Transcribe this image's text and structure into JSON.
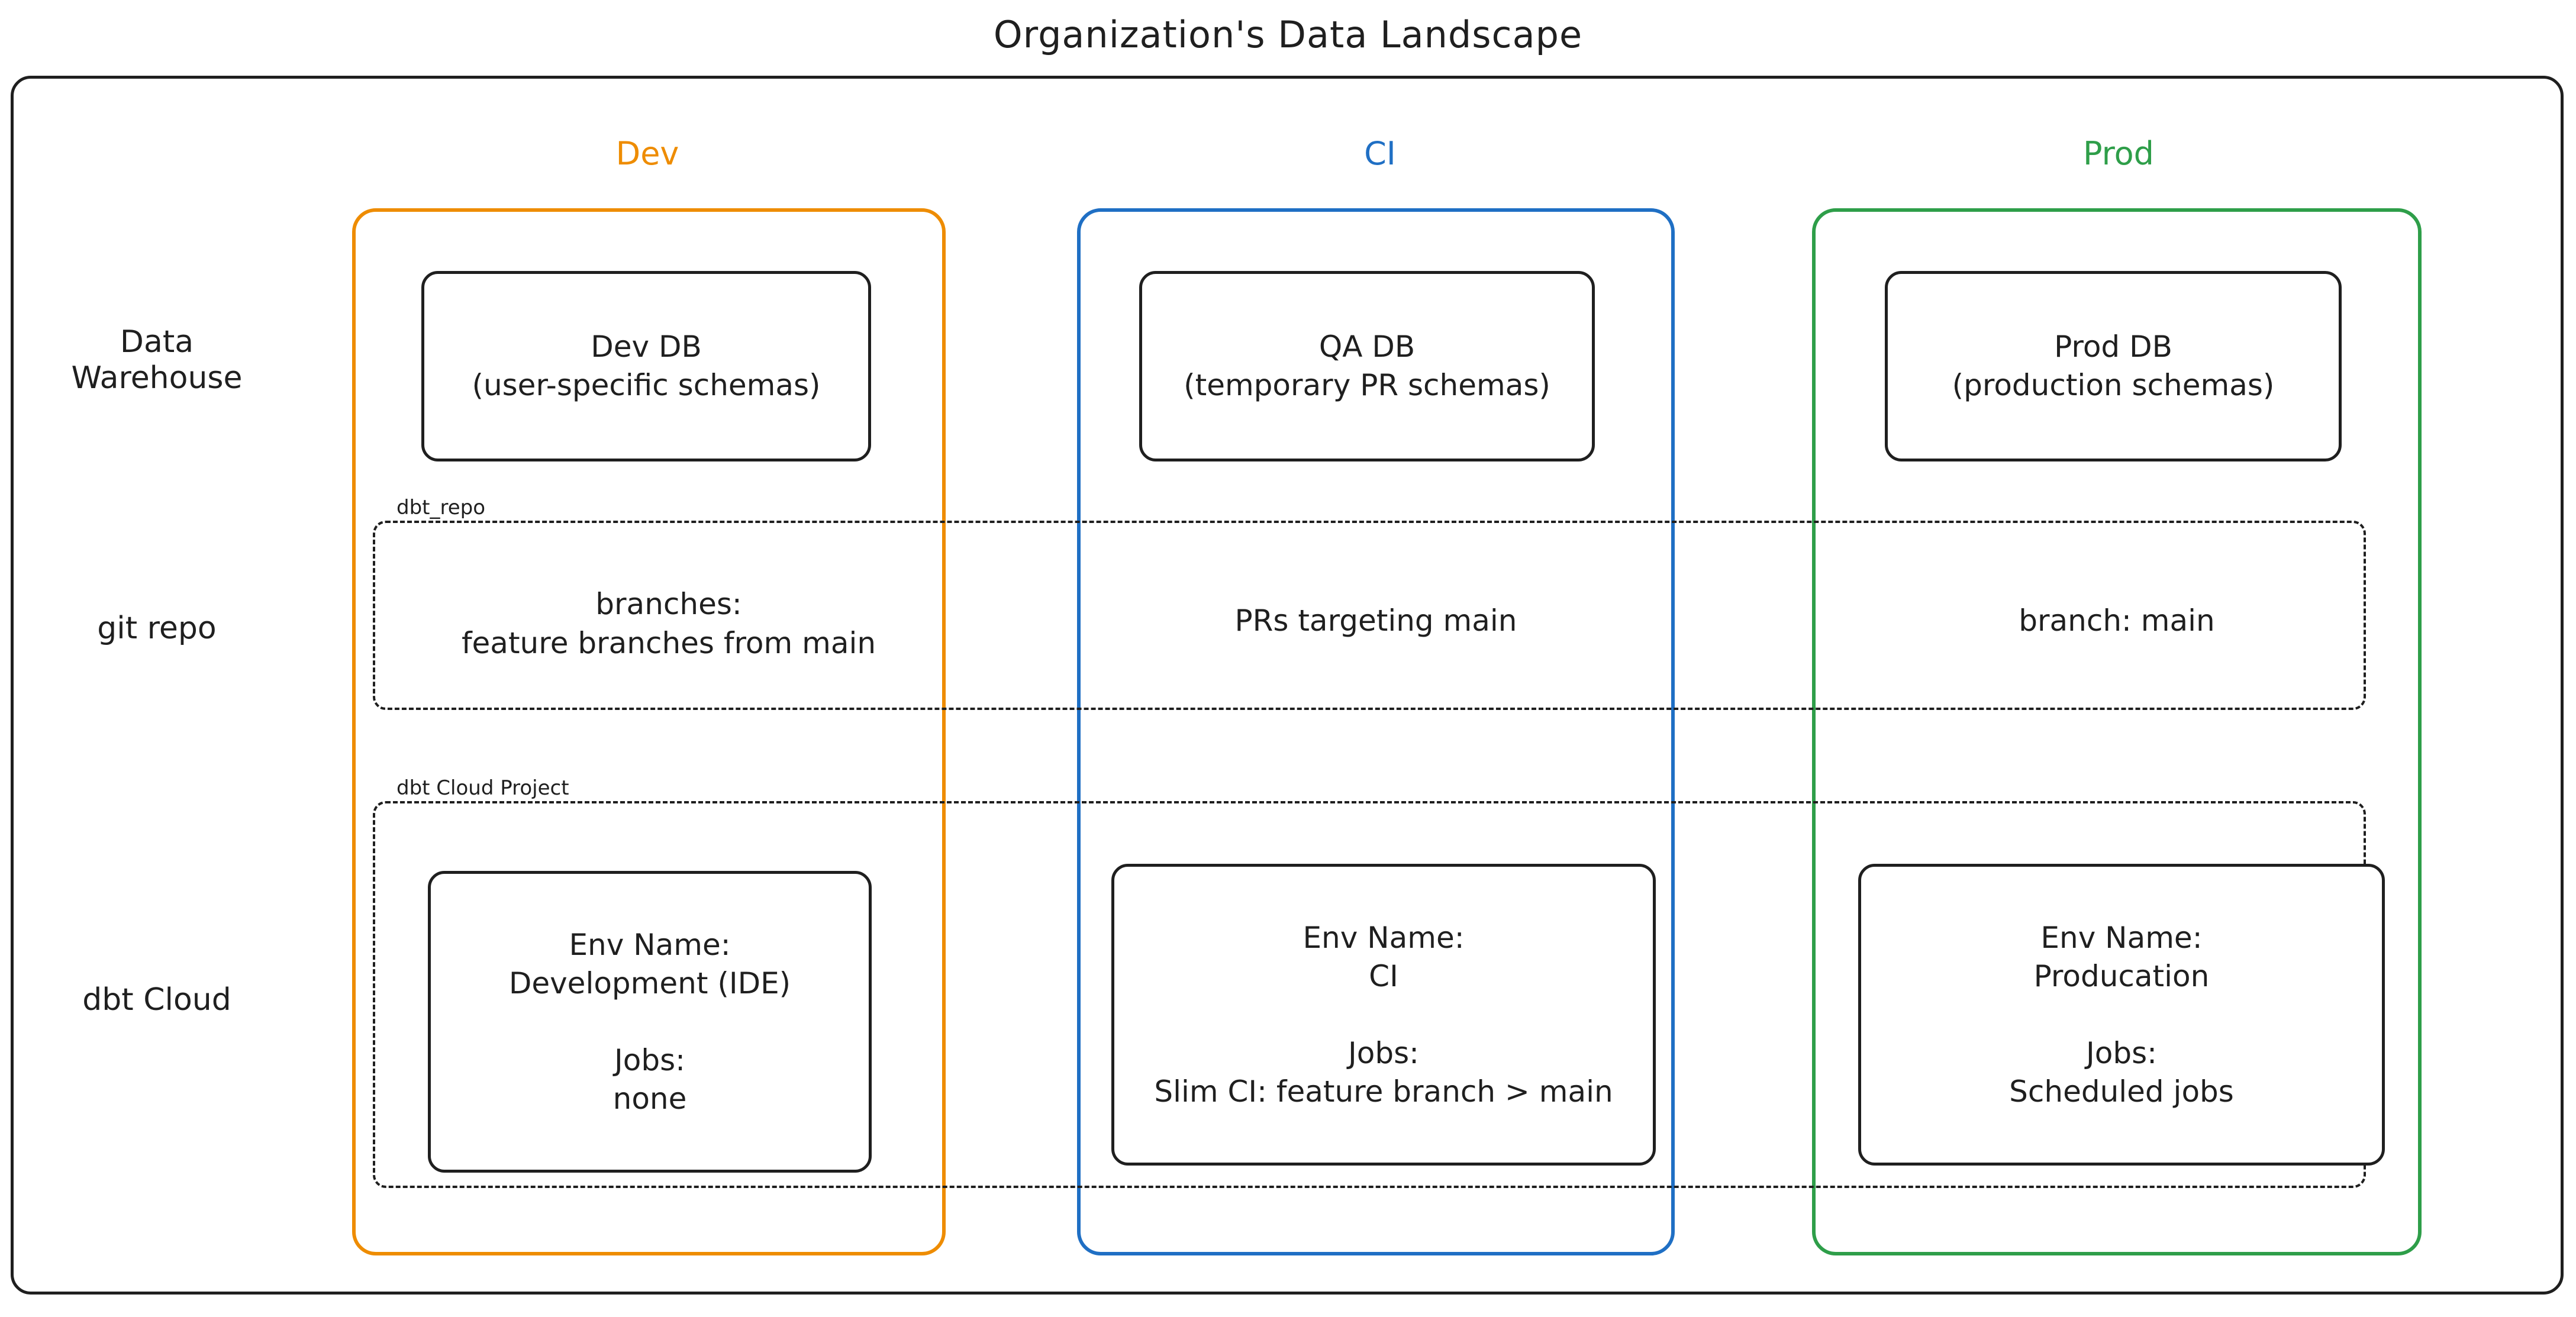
{
  "title": "Organization's Data Landscape",
  "row_labels": {
    "data_warehouse": "Data\nWarehouse",
    "git_repo": "git repo",
    "dbt_cloud": "dbt Cloud"
  },
  "colors": {
    "dev": "#EE8C00",
    "ci": "#1F6FC4",
    "prod": "#2E9E49",
    "stroke": "#1f1f1f",
    "background": "#ffffff"
  },
  "environments": [
    {
      "key": "dev",
      "label": "Dev",
      "color": "#EE8C00"
    },
    {
      "key": "ci",
      "label": "CI",
      "color": "#1F6FC4"
    },
    {
      "key": "prod",
      "label": "Prod",
      "color": "#2E9E49"
    }
  ],
  "groups": {
    "dbt_repo": "dbt_repo",
    "dbt_cloud_project": "dbt Cloud Project"
  },
  "data_warehouse": {
    "dev": "Dev DB\n(user-specific schemas)",
    "ci": "QA DB\n(temporary PR schemas)",
    "prod": "Prod DB\n(production schemas)"
  },
  "git_repo": {
    "dev": "branches:\nfeature branches from main",
    "ci": "PRs targeting main",
    "prod": "branch: main"
  },
  "dbt_cloud": {
    "dev": "Env Name:\nDevelopment (IDE)\n\nJobs:\nnone",
    "ci": "Env Name:\nCI\n\nJobs:\nSlim CI: feature branch > main",
    "prod": "Env Name:\nProducation\n\nJobs:\nScheduled jobs"
  }
}
